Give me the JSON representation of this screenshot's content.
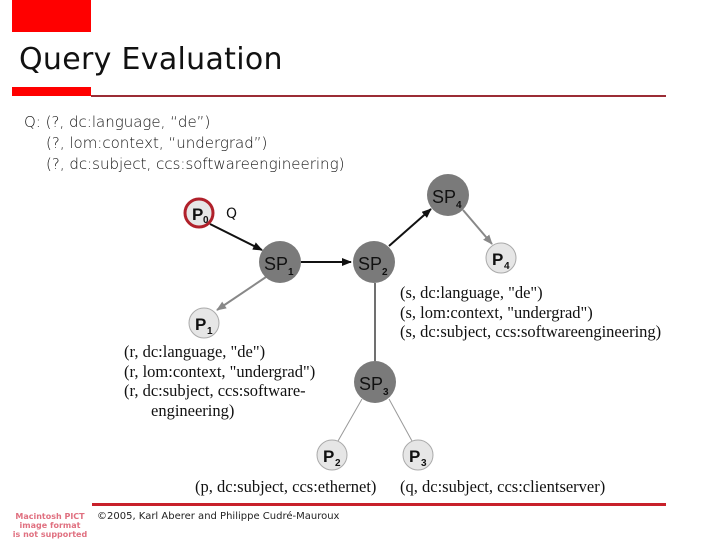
{
  "slide": {
    "title": "Query Evaluation",
    "query": {
      "prefix": "Q:",
      "lines": [
        "(?, dc:language, “de”)",
        "(?, lom:context, “undergrad”)",
        "(?, dc:subject, ccs:softwareengineering)"
      ]
    },
    "diagram": {
      "nodes": {
        "P0": {
          "label": "P",
          "sub": "0"
        },
        "SP1": {
          "label": "SP",
          "sub": "1"
        },
        "SP2": {
          "label": "SP",
          "sub": "2"
        },
        "SP3": {
          "label": "SP",
          "sub": "3"
        },
        "SP4": {
          "label": "SP",
          "sub": "4"
        },
        "P1": {
          "label": "P",
          "sub": "1"
        },
        "P2": {
          "label": "P",
          "sub": "2"
        },
        "P3": {
          "label": "P",
          "sub": "3"
        },
        "P4": {
          "label": "P",
          "sub": "4"
        }
      },
      "query_tag": "Q",
      "p1_results": [
        "(r, dc:language, \"de\")",
        "(r, lom:context, \"undergrad\")",
        "(r, dc:subject, ccs:software-",
        "engineering)"
      ],
      "p4_results": [
        "(s, dc:language,  \"de\")",
        "(s, lom:context, \"undergrad\")",
        "(s, dc:subject, ccs:softwareengineering)"
      ],
      "p2_result": "(p, dc:subject, ccs:ethernet)",
      "p3_result": "(q, dc:subject, ccs:clientserver)"
    },
    "footer": {
      "copyright": "©2005, Karl Aberer and Philippe Cudré-Mauroux",
      "pict_placeholder": [
        "Macintosh PICT",
        "image format",
        "is not supported"
      ]
    },
    "colors": {
      "accent_red": "#ff0000",
      "title_rule": "#9b2c35",
      "footer_rule": "#c8202a",
      "super_peer_fill": "#7a7a7a",
      "peer_fill": "#e6e6e6",
      "origin_ring": "#b0202a"
    }
  }
}
